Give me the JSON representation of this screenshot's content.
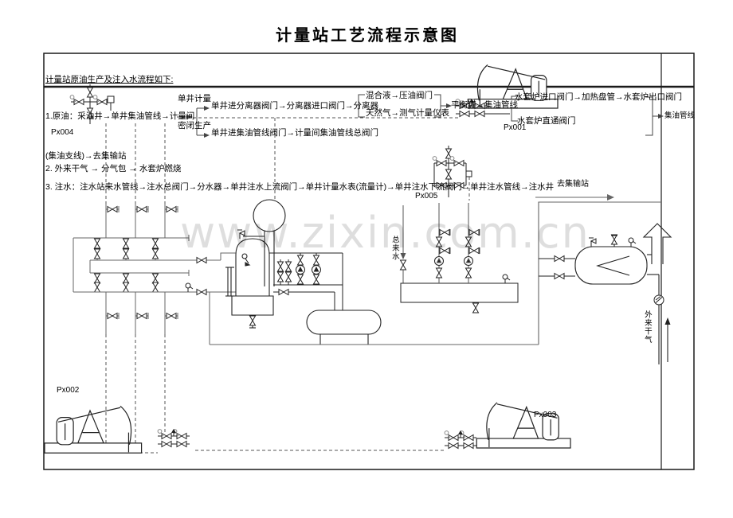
{
  "title": "计量站工艺流程示意图",
  "watermark": "www.zixin.com.cn",
  "intro": "计量站原油生产及注入水流程如下:",
  "flows": {
    "f1_head": "1.原油：采油井→单井集油管线→计量间",
    "f1_branch1_label": "单井计量",
    "f1_branch1": "单井进分离器阀门→分离器进口阀门→分离器",
    "f1_mix": "混合液→压油阀门",
    "f1_gas": "天然气→测气计量仪表",
    "f1_balance": "平衡罐→集油管线",
    "f1_furnace_a": "水套炉进口阀门→加热盘管→水套炉出口阀门",
    "f1_furnace_b": "水套炉直通阀门",
    "f1_out": "集油管线",
    "f1_branch2_label": "密闭生产",
    "f1_branch2": "单井进集油管线阀门→计量间集油管线总阀门",
    "support": "(集油支线)→去集输站",
    "f2": "2. 外来干气 → 分气包 → 水套炉燃烧",
    "f3": "3. 注水：注水站来水管线→注水总阀门→分水器→单井注水上流阀门→单井计量水表(流量计)→单井注水下流阀门→单井注水管线→注水井",
    "to_station": "去集输站",
    "main_water": "总来水",
    "ext_gas": "外来干气"
  },
  "labels": {
    "px001": "Px001",
    "px002": "Px002",
    "px003": "Px003",
    "px004": "Px004",
    "px005": "Px005"
  },
  "colors": {
    "line": "#1a1a1a",
    "grey_line": "#6b6b6b",
    "watermark": "rgba(0,0,0,0.13)",
    "background": "#ffffff"
  }
}
